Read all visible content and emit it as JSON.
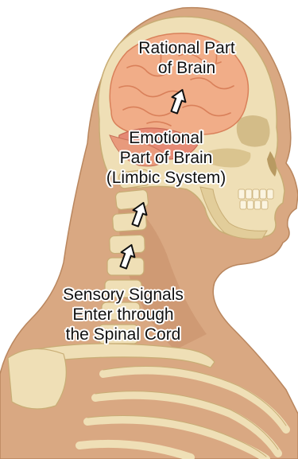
{
  "labels": {
    "rational": [
      "Rational Part",
      "of Brain"
    ],
    "emotional": [
      "Emotional",
      "Part of Brain",
      "(Limbic System)"
    ],
    "sensory": [
      "Sensory Signals",
      "Enter through",
      "the Spinal Cord"
    ]
  },
  "colors": {
    "skin": "#d9a882",
    "skin_shadow": "#c48a63",
    "bone": "#efdfb6",
    "bone_shadow": "#d4bd86",
    "brain": "#f1ad88",
    "brain_fold": "#d9805a",
    "limbic": "#e58a75",
    "arrow_fill": "#ffffff",
    "arrow_stroke": "#111111"
  },
  "icons": [
    "up-arrow-icon"
  ]
}
